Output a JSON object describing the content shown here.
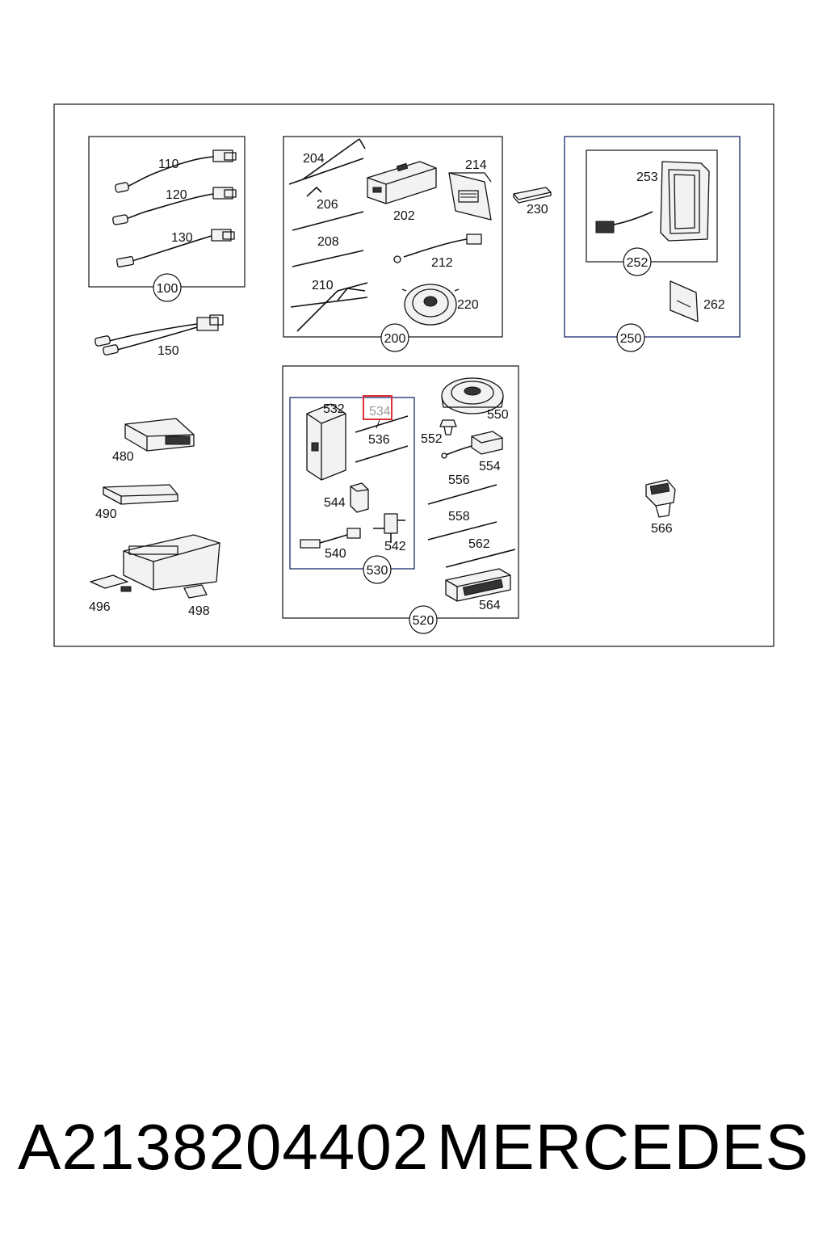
{
  "footer": {
    "part_number": "A2138204402",
    "brand": "MERCEDES"
  },
  "groups": {
    "g100": "100",
    "g200": "200",
    "g250": "250",
    "g252": "252",
    "g520": "520",
    "g530": "530"
  },
  "labels": {
    "p110": "110",
    "p120": "120",
    "p130": "130",
    "p150": "150",
    "p202": "202",
    "p204": "204",
    "p206": "206",
    "p208": "208",
    "p210": "210",
    "p212": "212",
    "p214": "214",
    "p220": "220",
    "p230": "230",
    "p253": "253",
    "p262": "262",
    "p480": "480",
    "p490": "490",
    "p496": "496",
    "p498": "498",
    "p532": "532",
    "p534": "534",
    "p536": "536",
    "p540": "540",
    "p542": "542",
    "p544": "544",
    "p550": "550",
    "p552": "552",
    "p554": "554",
    "p556": "556",
    "p558": "558",
    "p562": "562",
    "p564": "564",
    "p566": "566"
  },
  "highlight": {
    "part": "534",
    "color": "#e0303a"
  }
}
